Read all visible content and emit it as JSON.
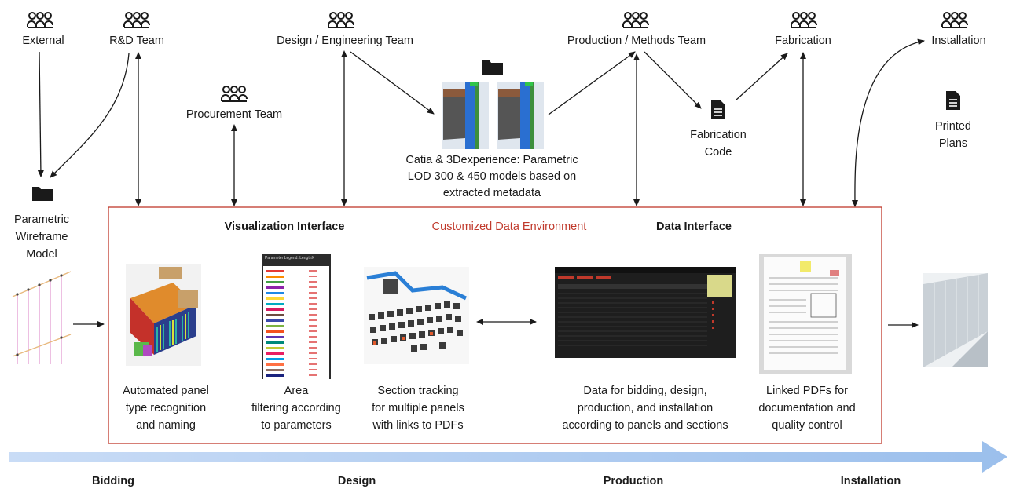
{
  "colors": {
    "accent_red": "#c0392b",
    "band_blue": "#a9c7ef",
    "arrow": "#1a1a1a"
  },
  "teams": {
    "external": "External",
    "rnd": "R&D Team",
    "design": "Design / Engineering Team",
    "procurement": "Procurement Team",
    "production": "Production / Methods Team",
    "fabrication": "Fabrication",
    "installation": "Installation"
  },
  "artifacts": {
    "wireframe": "Parametric\nWireframe\nModel",
    "catia": "Catia & 3Dexperience: Parametric\nLOD 300 & 450 models based on\nextracted metadata",
    "fab_code": "Fabrication\nCode",
    "printed_plans": "Printed\nPlans"
  },
  "environment": {
    "title": "Customized Data Environment",
    "visualization_interface": "Visualization Interface",
    "data_interface": "Data Interface",
    "legend_header": "Parameter Legend: LengthX"
  },
  "features": {
    "panel_recognition": "Automated panel\ntype recognition\nand naming",
    "area_filtering": "Area\nfiltering according\nto parameters",
    "section_tracking": "Section tracking\nfor multiple panels\nwith links to PDFs",
    "data_bidding": "Data for bidding, design,\nproduction, and installation\naccording to panels and sections",
    "linked_pdfs": "Linked PDFs for\ndocumentation and\nquality control"
  },
  "phases": {
    "bidding": "Bidding",
    "design": "Design",
    "production": "Production",
    "installation": "Installation"
  }
}
